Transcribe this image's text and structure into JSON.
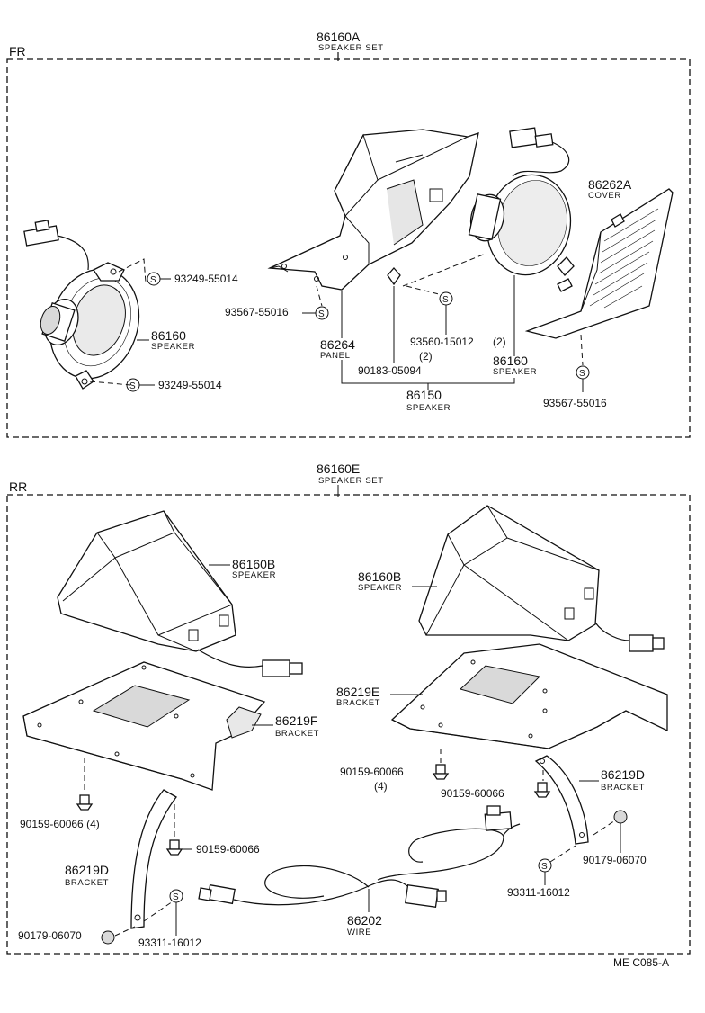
{
  "front": {
    "section_label": "FR",
    "set_number": "86160A",
    "set_name": "SPEAKER SET",
    "parts": {
      "speaker_left_num": "86160",
      "speaker_left_name": "SPEAKER",
      "screw_top_left": "93249-55014",
      "screw_bottom_left": "93249-55014",
      "screw_panel_left": "93567-55016",
      "panel_num": "86264",
      "panel_name": "PANEL",
      "nut_9018": "90183-05094",
      "nut_qty": "(2)",
      "screw_93560": "93560-15012",
      "screw_93560_qty": "(2)",
      "speaker_right_num": "86160",
      "speaker_right_name": "SPEAKER",
      "cover_num": "86262A",
      "cover_name": "COVER",
      "screw_cover": "93567-55016",
      "speaker_assy_num": "86150",
      "speaker_assy_name": "SPEAKER"
    }
  },
  "rear": {
    "section_label": "RR",
    "set_number": "86160E",
    "set_name": "SPEAKER SET",
    "parts": {
      "speaker_l_num": "86160B",
      "speaker_l_name": "SPEAKER",
      "speaker_r_num": "86160B",
      "speaker_r_name": "SPEAKER",
      "bracket_f_num": "86219F",
      "bracket_f_name": "BRACKET",
      "bracket_e_num": "86219E",
      "bracket_e_name": "BRACKET",
      "bracket_d_l_num": "86219D",
      "bracket_d_l_name": "BRACKET",
      "bracket_d_r_num": "86219D",
      "bracket_d_r_name": "BRACKET",
      "bolt_l_4": "90159-60066 (4)",
      "bolt_l": "90159-60066",
      "bolt_r_a": "90159-60066",
      "bolt_r_a_qty": "(4)",
      "bolt_r_b": "90159-60066",
      "nut_l": "90179-06070",
      "nut_r": "90179-06070",
      "screw_l": "93311-16012",
      "screw_r": "93311-16012",
      "wire_num": "86202",
      "wire_name": "WIRE"
    }
  },
  "footer": {
    "code": "ME  C085-A"
  }
}
